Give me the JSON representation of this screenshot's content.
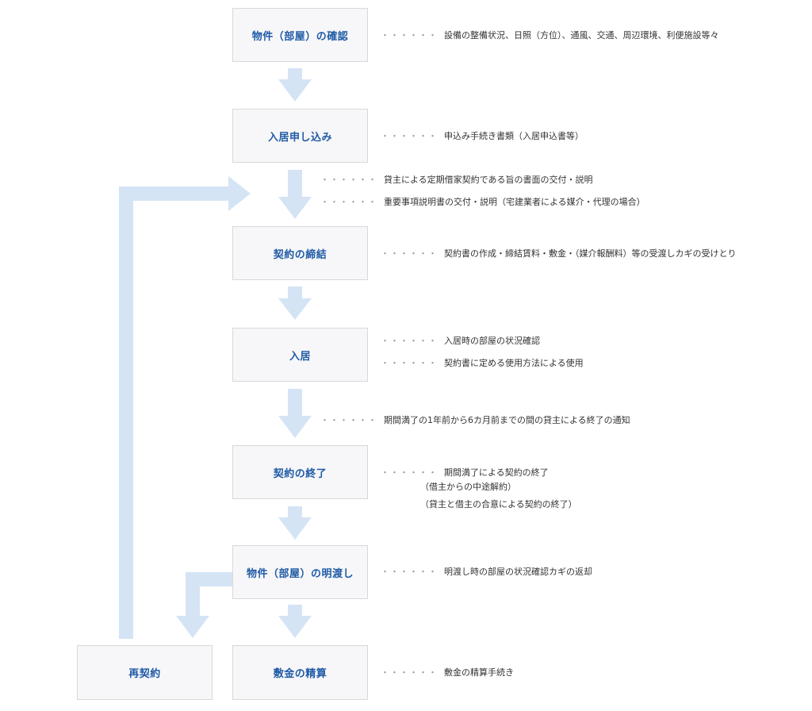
{
  "steps": {
    "kakunin": "物件（部屋）の確認",
    "moushikomi": "入居申し込み",
    "teiketsu": "契約の締結",
    "nyukyo": "入居",
    "shuryo": "契約の終了",
    "akewatashi": "物件（部屋）の明渡し",
    "seisan": "敷金の精算",
    "saikeiyaku": "再契約"
  },
  "notes": {
    "kakunin": "設備の整備状況、日照（方位）、通風、交通、周辺環境、利便施設等々",
    "moushikomi": "申込み手続き書類（入居申込書等）",
    "pre_teiketsu_1": "貸主による定期借家契約である旨の書面の交付・説明",
    "pre_teiketsu_2": "重要事項説明書の交付・説明（宅建業者による媒介・代理の場合）",
    "teiketsu": "契約書の作成・締結賃料・敷金・（媒介報酬料）等の受渡しカギの受けとり",
    "nyukyo_1": "入居時の部屋の状況確認",
    "nyukyo_2": "契約書に定める使用方法による使用",
    "pre_shuryo": "期間満了の1年前から6カ月前までの間の貸主による終了の通知",
    "shuryo_1": "期間満了による契約の終了",
    "shuryo_2": "（借主からの中途解約）",
    "shuryo_3": "（貸主と借主の合意による契約の終了）",
    "akewatashi": "明渡し時の部屋の状況確認カギの返却",
    "seisan": "敷金の精算手続き"
  },
  "dots": "・・・・・・",
  "colors": {
    "arrow": "#d4e4f5",
    "box_text": "#1f5aa5",
    "box_bg": "#f7f7f9",
    "box_border": "#d8d8dc"
  }
}
